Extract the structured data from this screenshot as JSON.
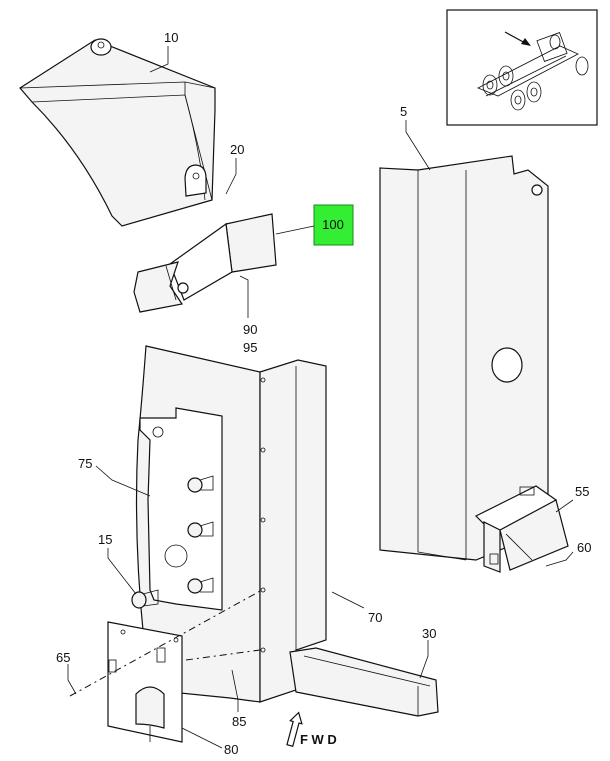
{
  "callouts": {
    "c10": "10",
    "c20": "20",
    "c100": "100",
    "c90": "90",
    "c95": "95",
    "c5": "5",
    "c75": "75",
    "c15": "15",
    "c55": "55",
    "c60": "60",
    "c70": "70",
    "c30": "30",
    "c65": "65",
    "c85": "85",
    "c80": "80"
  },
  "fwd_label": "F W D",
  "colors": {
    "highlight_fill": "#33ee33",
    "highlight_stroke": "#1a8a1a",
    "line": "#111111"
  },
  "icons": {
    "arrow": "locator-arrow-icon",
    "truck": "truck-chassis-icon",
    "fwd": "forward-arrow-icon"
  }
}
